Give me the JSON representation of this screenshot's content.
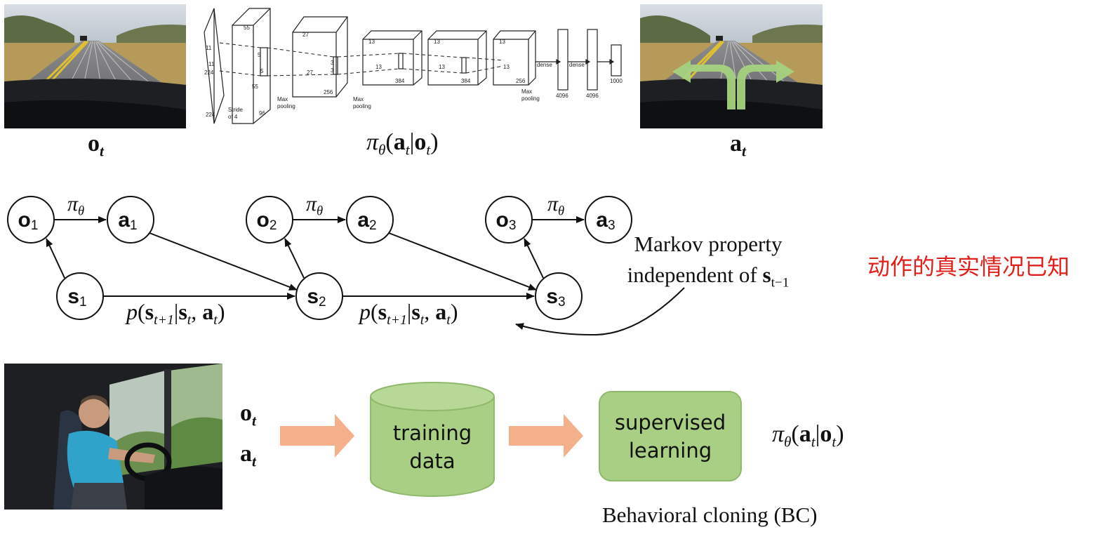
{
  "top_row": {
    "obs_caption": "o_t",
    "cnn_caption": "πθ(a_t|o_t)",
    "act_caption": "a_t",
    "cnn_labels": {
      "l1_224a": "224",
      "l1_224b": "224",
      "l1_11a": "11",
      "l1_11b": "11",
      "l1_stride": "Stride",
      "l1_of4": "of 4",
      "l2_55a": "55",
      "l2_55b": "55",
      "l2_5a": "5",
      "l2_5b": "5",
      "l2_96": "96",
      "l2_max": "Max",
      "l2_pool": "pooling",
      "l3_27a": "27",
      "l3_27b": "27",
      "l3_256": "256",
      "l3_3a": "3",
      "l3_3b": "3",
      "l3_max": "Max",
      "l3_pool": "pooling",
      "l4_13a": "13",
      "l4_13b": "13",
      "l4_384": "384",
      "l5_13a": "13",
      "l5_13b": "13",
      "l5_384": "384",
      "l6_13a": "13",
      "l6_13b": "13",
      "l6_256": "256",
      "l6_max": "Max",
      "l6_pool": "pooling",
      "dense1": "dense",
      "dense2": "dense",
      "fc1": "4096",
      "fc2": "4096",
      "fc3": "1000"
    }
  },
  "graph": {
    "policy_label": "πθ",
    "transition_label": "p(s_{t+1}|s_t, a_t)",
    "nodes": {
      "o1": "o",
      "o1_sub": "1",
      "a1": "a",
      "a1_sub": "1",
      "s1": "s",
      "s1_sub": "1",
      "o2": "o",
      "o2_sub": "2",
      "a2": "a",
      "a2_sub": "2",
      "s2": "s",
      "s2_sub": "2",
      "o3": "o",
      "o3_sub": "3",
      "a3": "a",
      "a3_sub": "3",
      "s3": "s",
      "s3_sub": "3"
    },
    "markov_line1": "Markov property",
    "markov_line2": "independent of",
    "markov_symbol": "s",
    "markov_sub": "t−1"
  },
  "annotation_cn": "动作的真实情况已知",
  "bottom_row": {
    "obs": "o",
    "obs_sub": "t",
    "act": "a",
    "act_sub": "t",
    "training_data_line1": "training",
    "training_data_line2": "data",
    "supervised_line1": "supervised",
    "supervised_line2": "learning",
    "policy": "πθ(a_t|o_t)",
    "caption": "Behavioral cloning (BC)"
  },
  "colors": {
    "arrow_orange": "#f4b08a",
    "green_fill": "#a9cf84",
    "green_stroke": "#8fb96a",
    "annotation_red": "#e0201a"
  }
}
